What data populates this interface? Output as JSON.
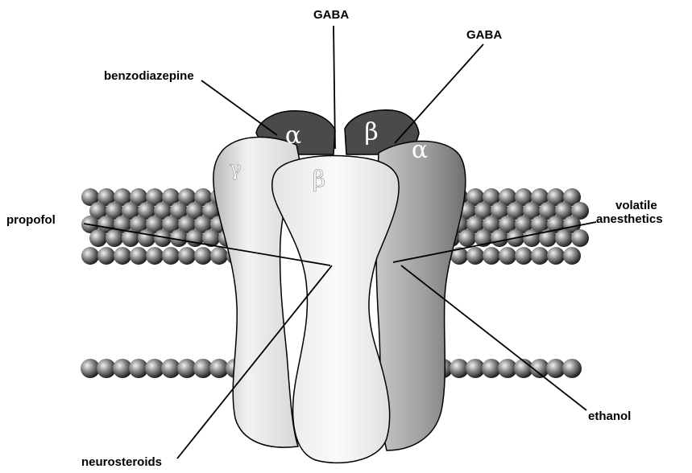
{
  "labels": {
    "gaba_top": "GABA",
    "gaba_right": "GABA",
    "benzodiazepine": "benzodiazepine",
    "propofol": "propofol",
    "volatile_line1": "volatile",
    "volatile_line2": "anesthetics",
    "ethanol": "ethanol",
    "neurosteroids": "neurosteroids"
  },
  "subunits": {
    "alpha_left": "α",
    "beta_top": "β",
    "alpha_right": "α",
    "gamma": "γ",
    "beta_front": "β"
  }
}
